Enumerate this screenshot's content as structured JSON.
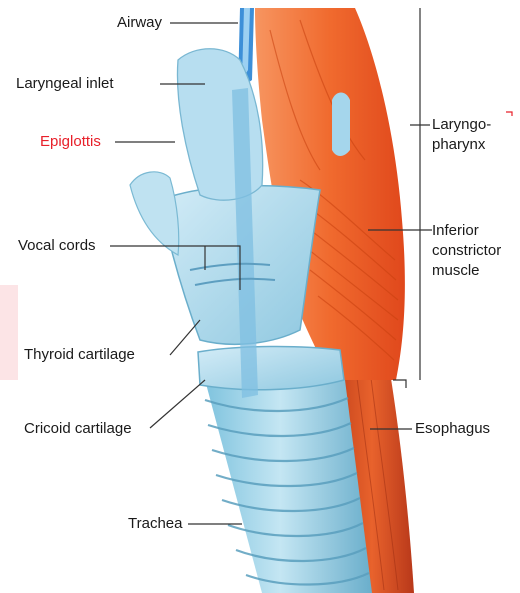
{
  "labels": {
    "airway": "Airway",
    "laryngeal_inlet": "Laryngeal inlet",
    "epiglottis": "Epiglottis",
    "vocal_cords": "Vocal cords",
    "thyroid_cartilage": "Thyroid cartilage",
    "cricoid_cartilage": "Cricoid cartilage",
    "trachea": "Trachea",
    "laryngopharynx_line1": "Laryngo-",
    "laryngopharynx_line2": "pharynx",
    "inferior_constrictor_line1": "Inferior",
    "inferior_constrictor_line2": "constrictor",
    "inferior_constrictor_line3": "muscle",
    "esophagus": "Esophagus"
  },
  "colors": {
    "muscle": "#f26a2e",
    "muscle_dark": "#d94a1c",
    "cartilage": "#a9d9ec",
    "cartilage_light": "#cbe9f5",
    "cartilage_dark": "#6fb6d4",
    "airway_blue": "#2f7fd0",
    "label_red": "#e8202a",
    "leader_line": "#333333"
  }
}
